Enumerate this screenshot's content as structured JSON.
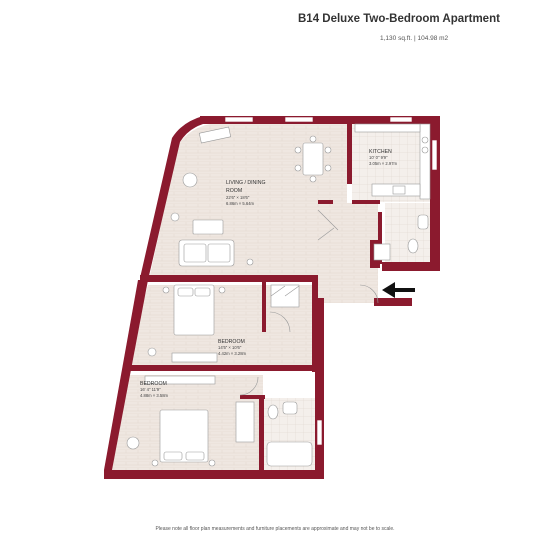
{
  "header": {
    "title": "B14 Deluxe Two-Bedroom Apartment",
    "area": "1,130 sq.ft. | 104.98 m2"
  },
  "rooms": {
    "living": {
      "name_line1": "LIVING / DINING",
      "name_line2": "ROOM",
      "dim_imperial": "22'6\" × 18'6\"",
      "dim_metric": "6.86m × 5.64m"
    },
    "kitchen": {
      "name": "KITCHEN",
      "dim_imperial": "10' 0\" 9'9\"",
      "dim_metric": "3.05m × 2.97m"
    },
    "bedroom_main": {
      "name": "BEDROOM",
      "dim_imperial": "14'5\" × 10'6\"",
      "dim_metric": "4.42m × 3.28m"
    },
    "bedroom_second": {
      "name": "BEDROOM",
      "dim_imperial": "16' 4\" 11'9\"",
      "dim_metric": "4.88m × 3.58m"
    }
  },
  "footer": {
    "disclaimer": "Please note all floor plan measurements and furniture placements are approximate and may not be to scale."
  },
  "colors": {
    "wall": "#8b1a2e",
    "floor": "#efe7e1",
    "tile": "#f3eeea",
    "arrow": "#111111"
  }
}
